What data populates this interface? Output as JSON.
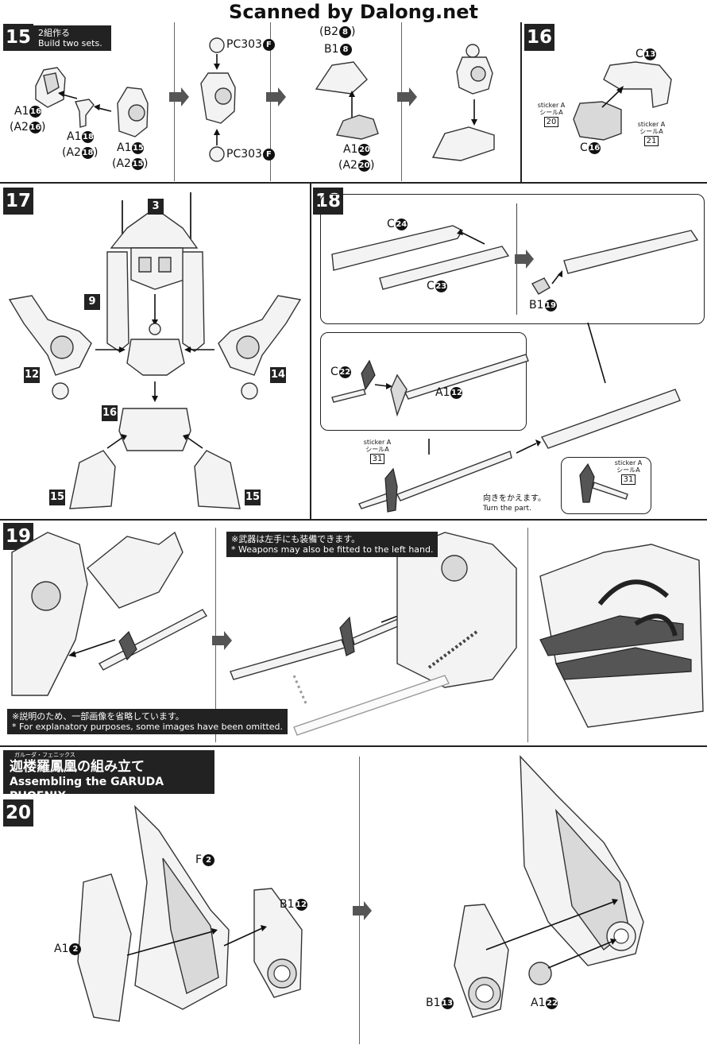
{
  "header": {
    "watermark": "Scanned by Dalong.net"
  },
  "step15": {
    "number": "15",
    "note_jp": "2組作る",
    "note_en": "Build two sets.",
    "labels": {
      "a1_16": "A1",
      "a1_16_n": "16",
      "a2_16": "(A2",
      "a2_16_n": "16",
      "a1_18": "A1",
      "a1_18_n": "18",
      "a2_18": "(A2",
      "a2_18_n": "18",
      "a1_15": "A1",
      "a1_15_n": "15",
      "a2_15": "(A2",
      "a2_15_n": "15",
      "pc_top": "PC303",
      "pc_top_n": "F",
      "pc_bot": "PC303",
      "pc_bot_n": "F",
      "b2_8": "(B2",
      "b2_8_n": "8",
      "b1_8": "B1",
      "b1_8_n": "8",
      "a1_20": "A1",
      "a1_20_n": "20",
      "a2_20": "(A2",
      "a2_20_n": "20",
      "close": ")"
    }
  },
  "step16": {
    "number": "16",
    "c13": "C",
    "c13_n": "13",
    "c16": "C",
    "c16_n": "16",
    "sticker_en": "sticker A",
    "sticker_jp": "シールA",
    "sticker_20": "20",
    "sticker_21": "21"
  },
  "step17": {
    "number": "17",
    "tags": [
      "3",
      "9",
      "12",
      "14",
      "16",
      "15",
      "15"
    ]
  },
  "step18": {
    "number": "18",
    "c24": "C",
    "c24_n": "24",
    "c23": "C",
    "c23_n": "23",
    "b19": "B1",
    "b19_n": "19",
    "c22": "C",
    "c22_n": "22",
    "a1_12": "A1",
    "a1_12_n": "12",
    "sticker_en": "sticker A",
    "sticker_jp": "シールA",
    "sticker_31": "31",
    "turn_jp": "向きをかえます。",
    "turn_en": "Turn the part."
  },
  "step19": {
    "number": "19",
    "weapon_note_jp": "※武器は左手にも装備できます。",
    "weapon_note_en": "* Weapons may also be fitted to the left hand.",
    "omit_note_jp": "※説明のため、一部画像を省略しています。",
    "omit_note_en": "* For explanatory purposes, some images have been omitted."
  },
  "garuda": {
    "ruby": "ガルーダ・フェニックス",
    "title_jp": "迦楼羅鳳凰の組み立て",
    "title_en": "Assembling the GARUDA PHOENIX"
  },
  "step20": {
    "number": "20",
    "f2": "F",
    "f2_n": "2",
    "b1_12": "B1",
    "b1_12_n": "12",
    "a1_2": "A1",
    "a1_2_n": "2",
    "b1_13": "B1",
    "b1_13_n": "13",
    "a1_22": "A1",
    "a1_22_n": "22"
  }
}
